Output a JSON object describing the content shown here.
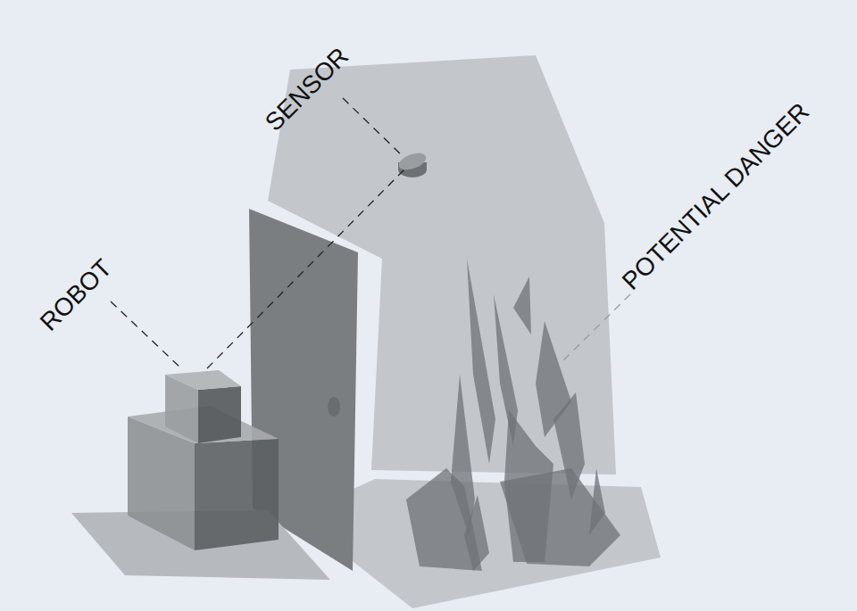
{
  "diagram": {
    "labels": [
      "ROBOT",
      "SENSOR",
      "POTENTIAL DANGER"
    ]
  }
}
